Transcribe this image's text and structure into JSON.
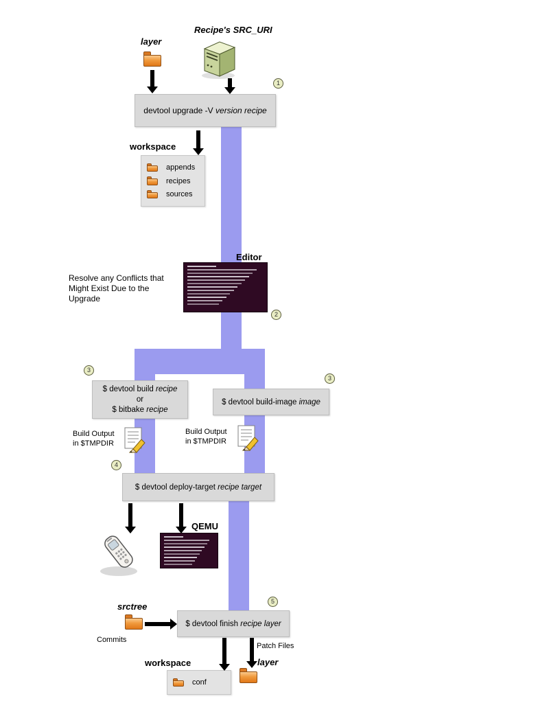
{
  "colors": {
    "flow_band": "#9b9bef",
    "command_box_bg": "#d9d9d9",
    "terminal_bg": "#2f0a23",
    "folder_orange": "#e8882f",
    "step_badge_bg": "#e9edc4"
  },
  "top": {
    "layer_label": "layer",
    "src_uri_label": "Recipe's SRC_URI"
  },
  "steps": {
    "s1": "1",
    "s2": "2",
    "s3a": "3",
    "s3b": "3",
    "s4": "4",
    "s5": "5"
  },
  "boxes": {
    "upgrade": {
      "prefix": "devtool upgrade -V ",
      "vars": "version recipe"
    },
    "build_left": {
      "l1p": "$ devtool build ",
      "l1v": "recipe",
      "l2": "or",
      "l3p": "$ bitbake ",
      "l3v": "recipe"
    },
    "build_image": {
      "prefix": "$ devtool build-image ",
      "vars": "image"
    },
    "deploy": {
      "prefix": "$ devtool deploy-target ",
      "vars": "recipe target"
    },
    "finish": {
      "prefix": "$ devtool finish ",
      "vars": "recipe layer"
    }
  },
  "workspace_top": {
    "title": "workspace",
    "items": [
      "appends",
      "recipes",
      "sources"
    ]
  },
  "editor": {
    "label": "Editor",
    "note": "Resolve any Conflicts that\nMight Exist Due to the\nUpgrade"
  },
  "build_output_left": "Build Output\nin $TMPDIR",
  "build_output_right": "Build Output\nin $TMPDIR",
  "qemu_label": "QEMU",
  "finish_area": {
    "srctree_label": "srctree",
    "commits_label": "Commits",
    "patch_files_label": "Patch Files"
  },
  "bottom": {
    "workspace_title": "workspace",
    "conf_label": "conf",
    "layer_label": "layer"
  }
}
